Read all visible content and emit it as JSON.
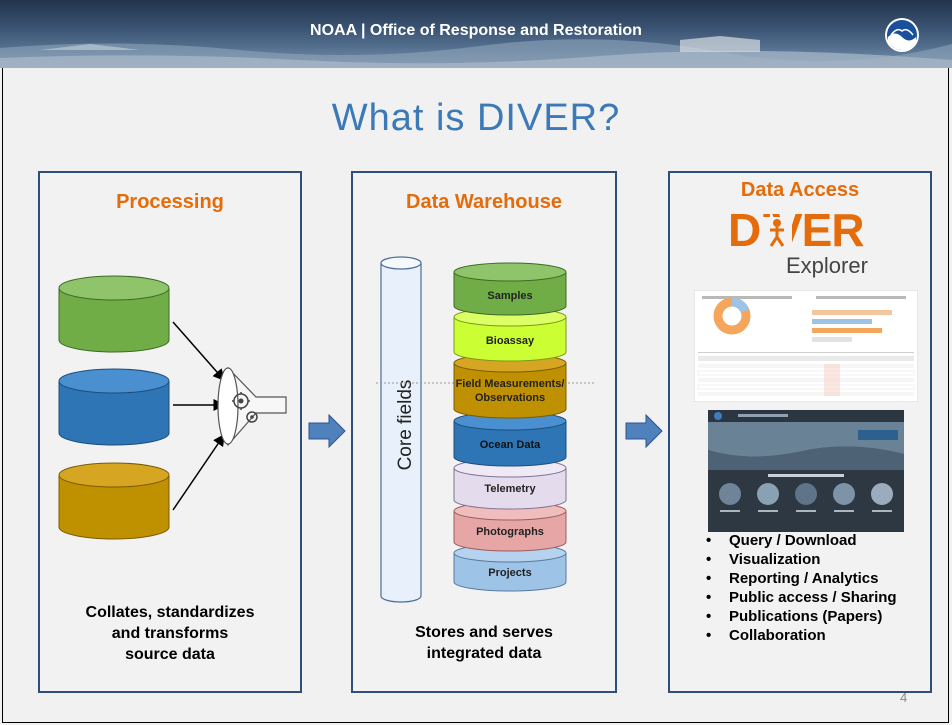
{
  "slide": {
    "header": "NOAA | Office of Response and Restoration",
    "title": "What is DIVER?",
    "page_number": "4"
  },
  "processing": {
    "heading": "Processing",
    "caption": [
      "Collates, standardizes",
      "and  transforms",
      "source data"
    ]
  },
  "warehouse": {
    "heading": "Data Warehouse",
    "core_label": "Core fields",
    "layers": [
      "Samples",
      "Bioassay",
      "Field Measurements/",
      "Observations",
      "Ocean Data",
      "Telemetry",
      "Photographs",
      "Projects"
    ],
    "caption": [
      "Stores and serves",
      "integrated data"
    ]
  },
  "access": {
    "heading": "Data Access",
    "logo_main": "DIVER",
    "logo_sub": "Explorer",
    "bullets": [
      "Query / Download",
      "Visualization",
      "Reporting / Analytics",
      "Public access / Sharing",
      "Publications (Papers)",
      "Collaboration"
    ]
  },
  "colors": {
    "accent_orange": "#e46c0a",
    "title_blue": "#3b79b7",
    "panel_border": "#2f4f7a",
    "arrow_blue": "#4f81bd",
    "green_cyl": "#70ad47",
    "blue_cyl": "#2e75b6",
    "gold_cyl": "#bf9000"
  }
}
